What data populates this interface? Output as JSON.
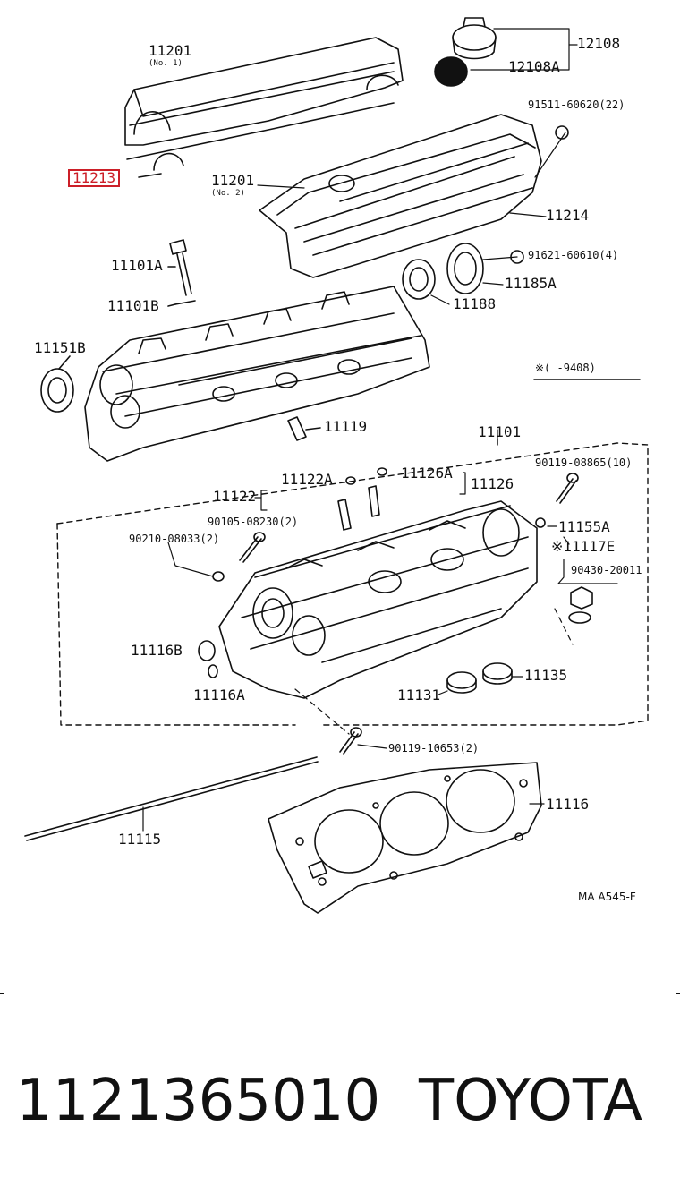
{
  "labels": {
    "l11201_a": "11201",
    "l11201_a_sub": "(No. 1)",
    "l12108": "12108",
    "l12108a": "12108A",
    "l91511": "91511-60620(22)",
    "l11213": "11213",
    "l11201_b": "11201",
    "l11201_b_sub": "(No. 2)",
    "l11214": "11214",
    "l91621": "91621-60610(4)",
    "l11101a": "11101A",
    "l11185a": "11185A",
    "l11101b": "11101B",
    "l11188": "11188",
    "l11151b": "11151B",
    "l_note": "※(    -9408)",
    "l11119": "11119",
    "l11101": "11101",
    "l90119a": "90119-08865(10)",
    "l11122": "11122",
    "l11122a": "11122A",
    "l11126a": "11126A",
    "l11126": "11126",
    "l90105": "90105-08230(2)",
    "l11155a": "11155A",
    "l90210": "90210-08033(2)",
    "l11117e": "※11117E",
    "l90430": "90430-20011",
    "l11116b": "11116B",
    "l11116a": "11116A",
    "l11131": "11131",
    "l11135": "11135",
    "l90119b": "90119-10653(2)",
    "l11116": "11116",
    "l11115": "11115",
    "l_code": "MA A545-F"
  },
  "footer": {
    "part_number": "1121365010",
    "brand": "TOYOTA"
  },
  "colors": {
    "highlight": "#cc1f28",
    "ink": "#111111"
  }
}
